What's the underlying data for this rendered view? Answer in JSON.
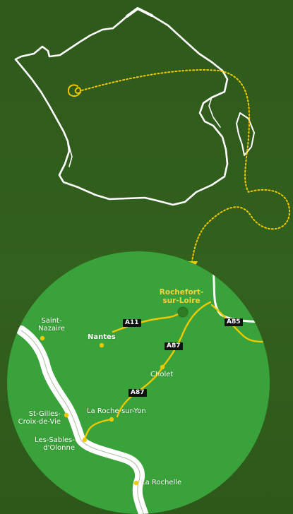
{
  "colors": {
    "background": "#2f5a1c",
    "circle": "#3aa23a",
    "river": "#ffffff",
    "road": "#f0c800",
    "dot": "#f0c800",
    "highlight": "#f5d23a",
    "badge": "#111111",
    "destination_dot": "#2e7d22"
  },
  "places": {
    "rochefort": "Rochefort-\nsur-Loire",
    "saint_nazaire": "Saint-\nNazaire",
    "nantes": "Nantes",
    "cholet": "Cholet",
    "la_roche_sur_yon": "La Roche-sur-Yon",
    "st_gilles": "St-Gilles-\nCroix-de-Vie",
    "les_sables": "Les-Sables-\nd'Olonne",
    "la_rochelle": "La Rochelle"
  },
  "roads": {
    "a11": "A11",
    "a85": "A85",
    "a87_north": "A87",
    "a87_south": "A87"
  },
  "icons": {
    "france_outline": "france-outline",
    "location_marker": "location-loop-icon",
    "route_arrow": "arrow-down-icon"
  }
}
